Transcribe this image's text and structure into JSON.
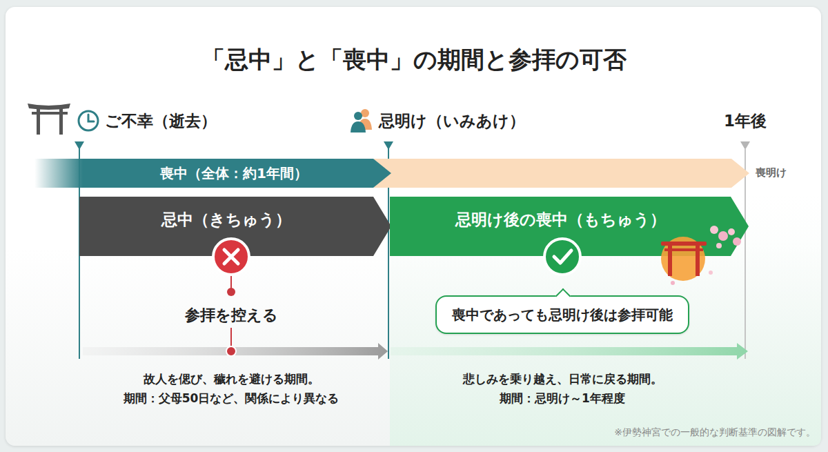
{
  "diagram": {
    "title": "「忌中」と「喪中」の期間と参拝の可否",
    "nodes": [
      {
        "text": [
          "喪中（全体：約1年間）"
        ]
      },
      {
        "text": [
          "忌中（きちゅう）"
        ]
      },
      {
        "text": [
          "忌明け後の喪中（もちゅう）"
        ]
      },
      {
        "text": [
          "喪中であっても忌明け後は参拝可能"
        ]
      }
    ],
    "labels": [
      "ご不幸（逝去）",
      "忌明け（いみあけ）",
      "1年後",
      "喪明け",
      "参拝を控える",
      "故人を偲び、穢れを避ける期間。",
      "期間：父母50日など、関係により異なる",
      "悲しみを乗り越え、日常に戻る期間。",
      "期間：忌明け～1年程度",
      "※伊勢神宮での一般的な判断基準の図解です。"
    ]
  }
}
